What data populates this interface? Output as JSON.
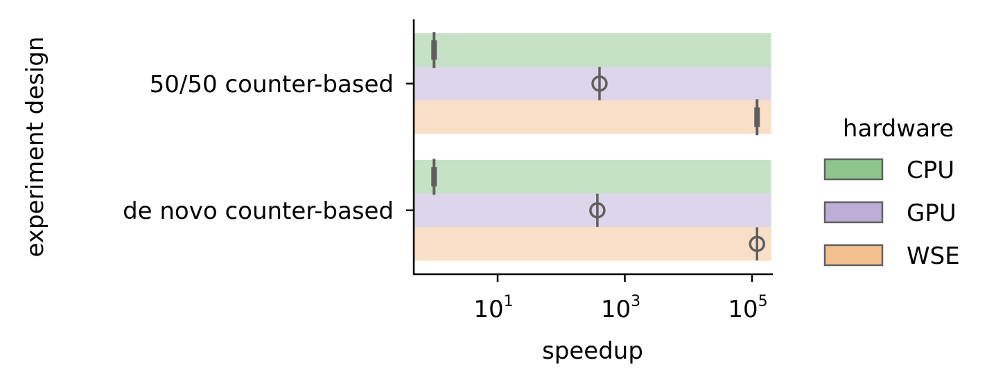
{
  "chart_data": {
    "type": "bar",
    "orientation": "horizontal",
    "categories": [
      "50/50 counter-based",
      "de novo counter-based"
    ],
    "series": [
      {
        "name": "CPU",
        "color": "#8dc58c",
        "values": [
          1,
          1
        ],
        "marker": [
          "line",
          "line"
        ]
      },
      {
        "name": "GPU",
        "color": "#bcaed5",
        "values": [
          400,
          370
        ],
        "marker": [
          "circle",
          "circle"
        ]
      },
      {
        "name": "WSE",
        "color": "#f3c08f",
        "values": [
          120000,
          120000
        ],
        "marker": [
          "line",
          "circle"
        ]
      }
    ],
    "bar_extends_to": 200000,
    "xlabel": "speedup",
    "ylabel": "experiment design",
    "xscale": "log",
    "xlim": [
      0.3,
      200000
    ],
    "xticks": [
      {
        "base": "10",
        "exp": "1",
        "value": 10
      },
      {
        "base": "10",
        "exp": "3",
        "value": 1000
      },
      {
        "base": "10",
        "exp": "5",
        "value": 100000
      }
    ],
    "legend": {
      "title": "hardware",
      "placement": "right"
    },
    "marker_color": "#5f5f5f",
    "grid": false
  }
}
